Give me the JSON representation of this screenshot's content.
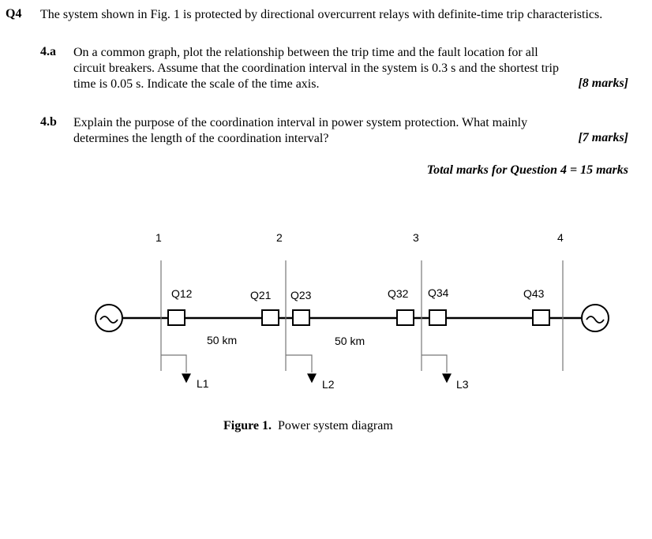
{
  "question": {
    "number": "Q4",
    "intro": "The system shown in Fig. 1 is protected by directional overcurrent relays with definite-time trip characteristics."
  },
  "parts": [
    {
      "label": "4.a",
      "line1": "On a common graph, plot the relationship between the trip time and the fault location for all",
      "line2": "circuit breakers. Assume that the coordination interval in the system is 0.3 s and the shortest trip",
      "line3": "time is 0.05 s. Indicate the scale of the time axis.",
      "marks": "[8 marks]"
    },
    {
      "label": "4.b",
      "line1": "Explain the purpose of the coordination interval in power system protection. What mainly",
      "line2": "determines the length of the coordination interval?",
      "marks": "[7 marks]"
    }
  ],
  "total_marks": "Total marks for Question 4 = 15 marks",
  "figure": {
    "buses": [
      "1",
      "2",
      "3",
      "4"
    ],
    "breakers": [
      "Q12",
      "Q21",
      "Q23",
      "Q32",
      "Q34",
      "Q43"
    ],
    "line_lengths": [
      "50 km",
      "50 km"
    ],
    "loads": [
      "L1",
      "L2",
      "L3"
    ],
    "caption_label": "Figure 1.",
    "caption_text": "Power system diagram"
  }
}
